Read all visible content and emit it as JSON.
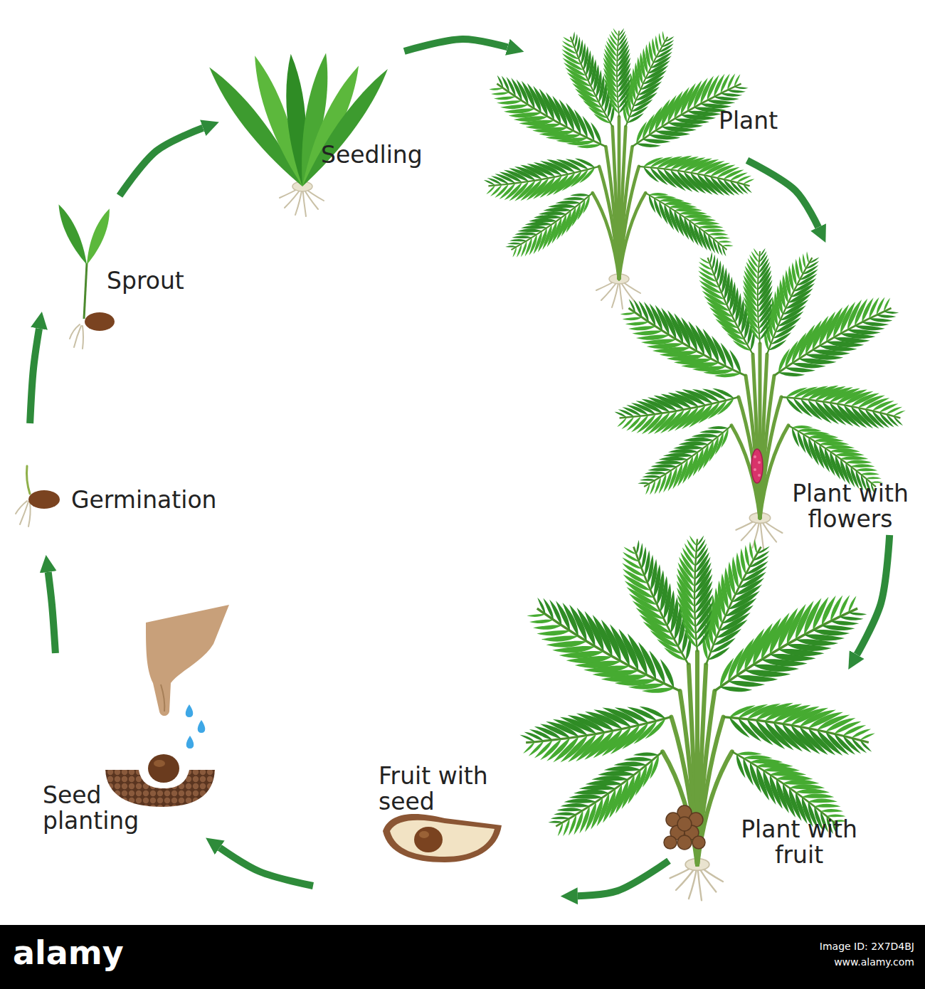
{
  "diagram": {
    "nodes": [
      {
        "text": [
          "Seed planting"
        ]
      },
      {
        "text": [
          "Germination"
        ]
      },
      {
        "text": [
          "Sprout"
        ]
      },
      {
        "text": [
          "Seedling"
        ]
      },
      {
        "text": [
          "Plant"
        ]
      },
      {
        "text": [
          "Plant with flowers"
        ]
      },
      {
        "text": [
          "Plant with fruit"
        ]
      },
      {
        "text": [
          "Fruit with seed"
        ]
      }
    ],
    "edges": [
      {
        "from": 0,
        "to": 1,
        "arrow": "to"
      },
      {
        "from": 1,
        "to": 2,
        "arrow": "to"
      },
      {
        "from": 2,
        "to": 3,
        "arrow": "to"
      },
      {
        "from": 3,
        "to": 4,
        "arrow": "to"
      },
      {
        "from": 4,
        "to": 5,
        "arrow": "to"
      },
      {
        "from": 5,
        "to": 6,
        "arrow": "to"
      },
      {
        "from": 6,
        "to": 7,
        "arrow": "to"
      },
      {
        "from": 7,
        "to": 0,
        "arrow": "to"
      }
    ],
    "labels": [
      "alamy",
      "Image ID: 2X7D4BJ",
      "www.alamy.com"
    ]
  }
}
